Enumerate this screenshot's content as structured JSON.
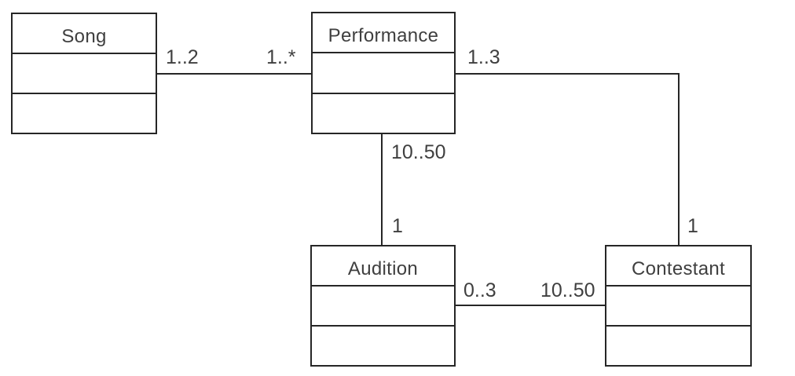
{
  "classes": [
    {
      "name": "Song",
      "attributes": [],
      "operations": []
    },
    {
      "name": "Performance",
      "attributes": [],
      "operations": []
    },
    {
      "name": "Audition",
      "attributes": [],
      "operations": []
    },
    {
      "name": "Contestant",
      "attributes": [],
      "operations": []
    }
  ],
  "associations": [
    {
      "between": [
        "Song",
        "Performance"
      ],
      "multiplicity_at_song": "1..2",
      "multiplicity_at_performance": "1..*"
    },
    {
      "between": [
        "Performance",
        "Contestant"
      ],
      "multiplicity_at_performance": "1..3",
      "multiplicity_at_contestant": "1"
    },
    {
      "between": [
        "Performance",
        "Audition"
      ],
      "multiplicity_at_performance": "10..50",
      "multiplicity_at_audition": "1"
    },
    {
      "between": [
        "Audition",
        "Contestant"
      ],
      "multiplicity_at_audition": "0..3",
      "multiplicity_at_contestant": "10..50"
    }
  ],
  "colors": {
    "line": "#262626",
    "text": "#3f3f3f",
    "background": "#ffffff"
  }
}
